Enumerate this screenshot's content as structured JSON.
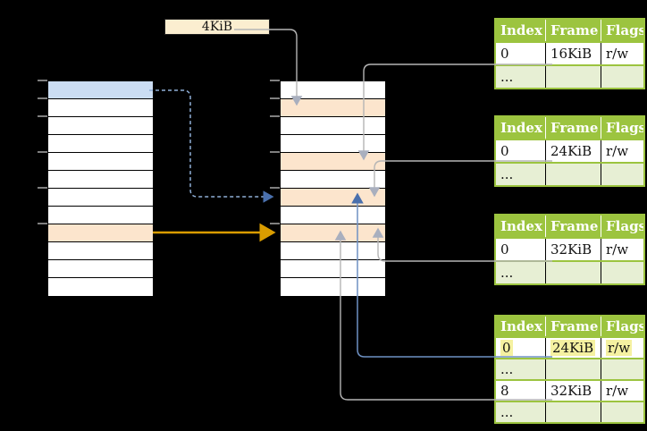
{
  "size_label": {
    "text": "4KiB"
  },
  "memory_columns": {
    "left_rows": [
      "blue",
      "white",
      "white",
      "white",
      "white",
      "white",
      "white",
      "white",
      "orange",
      "white",
      "white",
      "white"
    ],
    "middle_rows": [
      "white",
      "orange",
      "white",
      "white",
      "orange",
      "white",
      "orange",
      "white",
      "orange",
      "white",
      "white",
      "white"
    ]
  },
  "frame_tables": [
    {
      "headers": [
        "Index",
        "Frame",
        "Flags"
      ],
      "rows": [
        [
          "0",
          "16KiB",
          "r/w"
        ],
        [
          "...",
          "",
          ""
        ]
      ]
    },
    {
      "headers": [
        "Index",
        "Frame",
        "Flags"
      ],
      "rows": [
        [
          "0",
          "24KiB",
          "r/w"
        ],
        [
          "...",
          "",
          ""
        ]
      ]
    },
    {
      "headers": [
        "Index",
        "Frame",
        "Flags"
      ],
      "rows": [
        [
          "0",
          "32KiB",
          "r/w"
        ],
        [
          "...",
          "",
          ""
        ]
      ]
    },
    {
      "headers": [
        "Index",
        "Frame",
        "Flags"
      ],
      "rows": [
        [
          "0",
          "24KiB",
          "r/w"
        ],
        [
          "...",
          "",
          ""
        ],
        [
          "8",
          "32KiB",
          "r/w"
        ],
        [
          "...",
          "",
          ""
        ]
      ],
      "highlighted_row": 0
    }
  ],
  "connectors": [
    {
      "name": "pointer-4kib-label",
      "color": "#b5b5b5",
      "style": "solid"
    },
    {
      "name": "pointer-frame-16kib",
      "color": "#b5b5b5",
      "style": "solid"
    },
    {
      "name": "pointer-frame-24kib",
      "color": "#b5b5b5",
      "style": "solid"
    },
    {
      "name": "pointer-frame-32kib",
      "color": "#b5b5b5",
      "style": "solid"
    },
    {
      "name": "pointer-entry-24kib",
      "color": "#6e91c4",
      "style": "solid"
    },
    {
      "name": "pointer-entry-32kib",
      "color": "#b5b5b5",
      "style": "solid"
    },
    {
      "name": "pointer-orange-mapping",
      "color": "#d99c00",
      "style": "solid"
    },
    {
      "name": "pointer-blue-mapping",
      "color": "#8fafd8",
      "style": "dashed"
    }
  ],
  "colors": {
    "background": "#000000",
    "table_green": "#9cc43f",
    "row_light_green": "#e7efd4",
    "row_orange": "#fce5cd",
    "row_blue": "#cbddf3",
    "label_cream": "#fbeed0",
    "highlight_yellow": "#f5f1a1",
    "arrow_gray": "#b5b5b5",
    "arrow_gray_head": "#a9afbe",
    "arrow_blue": "#6e91c4",
    "arrow_blue_head": "#4a70ad",
    "arrow_gold": "#d99c00",
    "tick_gray": "#7f7f7f",
    "row_white": "#ffffff"
  }
}
